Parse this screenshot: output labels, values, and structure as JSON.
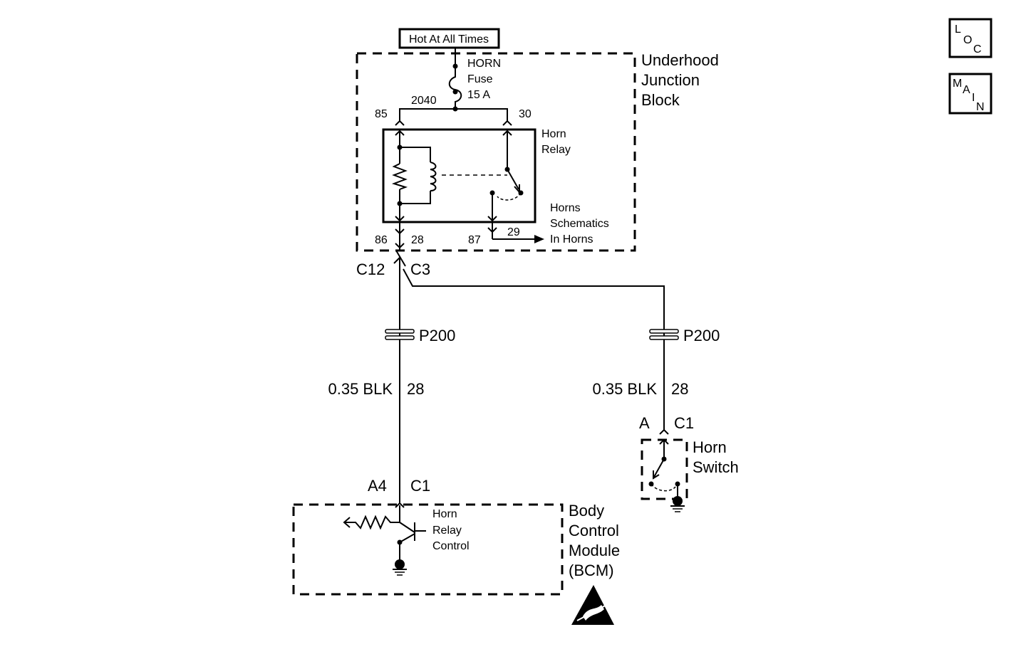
{
  "supply": {
    "label": "Hot At All Times"
  },
  "junction_block": {
    "name_lines": [
      "Underhood",
      "Junction",
      "Block"
    ],
    "fuse_lines": [
      "HORN",
      "Fuse",
      "15 A"
    ],
    "circuit": "2040",
    "relay_lines": [
      "Horn",
      "Relay"
    ],
    "pins": {
      "p85": "85",
      "p30": "30",
      "p86": "86",
      "p28": "28",
      "p87": "87",
      "p29": "29"
    },
    "horns_ref_lines": [
      "Horns",
      "Schematics",
      "In Horns"
    ]
  },
  "connectors": {
    "c12": "C12",
    "c3": "C3"
  },
  "left_branch": {
    "splice": "P200",
    "wire_size_color": "0.35 BLK",
    "wire_circuit": "28",
    "pin": "A4",
    "connector": "C1"
  },
  "right_branch": {
    "splice": "P200",
    "wire_size_color": "0.35 BLK",
    "wire_circuit": "28",
    "pin": "A",
    "connector": "C1"
  },
  "horn_switch": {
    "name_lines": [
      "Horn",
      "Switch"
    ]
  },
  "bcm": {
    "name_lines": [
      "Body",
      "Control",
      "Module",
      "(BCM)"
    ],
    "driver_lines": [
      "Horn",
      "Relay",
      "Control"
    ]
  },
  "nav": {
    "loc": {
      "l1": "L",
      "l2": "O",
      "l3": "C"
    },
    "main": {
      "l1": "M",
      "l2": "A",
      "l3": "I",
      "l4": "N"
    }
  },
  "icons": {
    "esd": "esd-warning-icon",
    "ground": "ground-icon"
  }
}
